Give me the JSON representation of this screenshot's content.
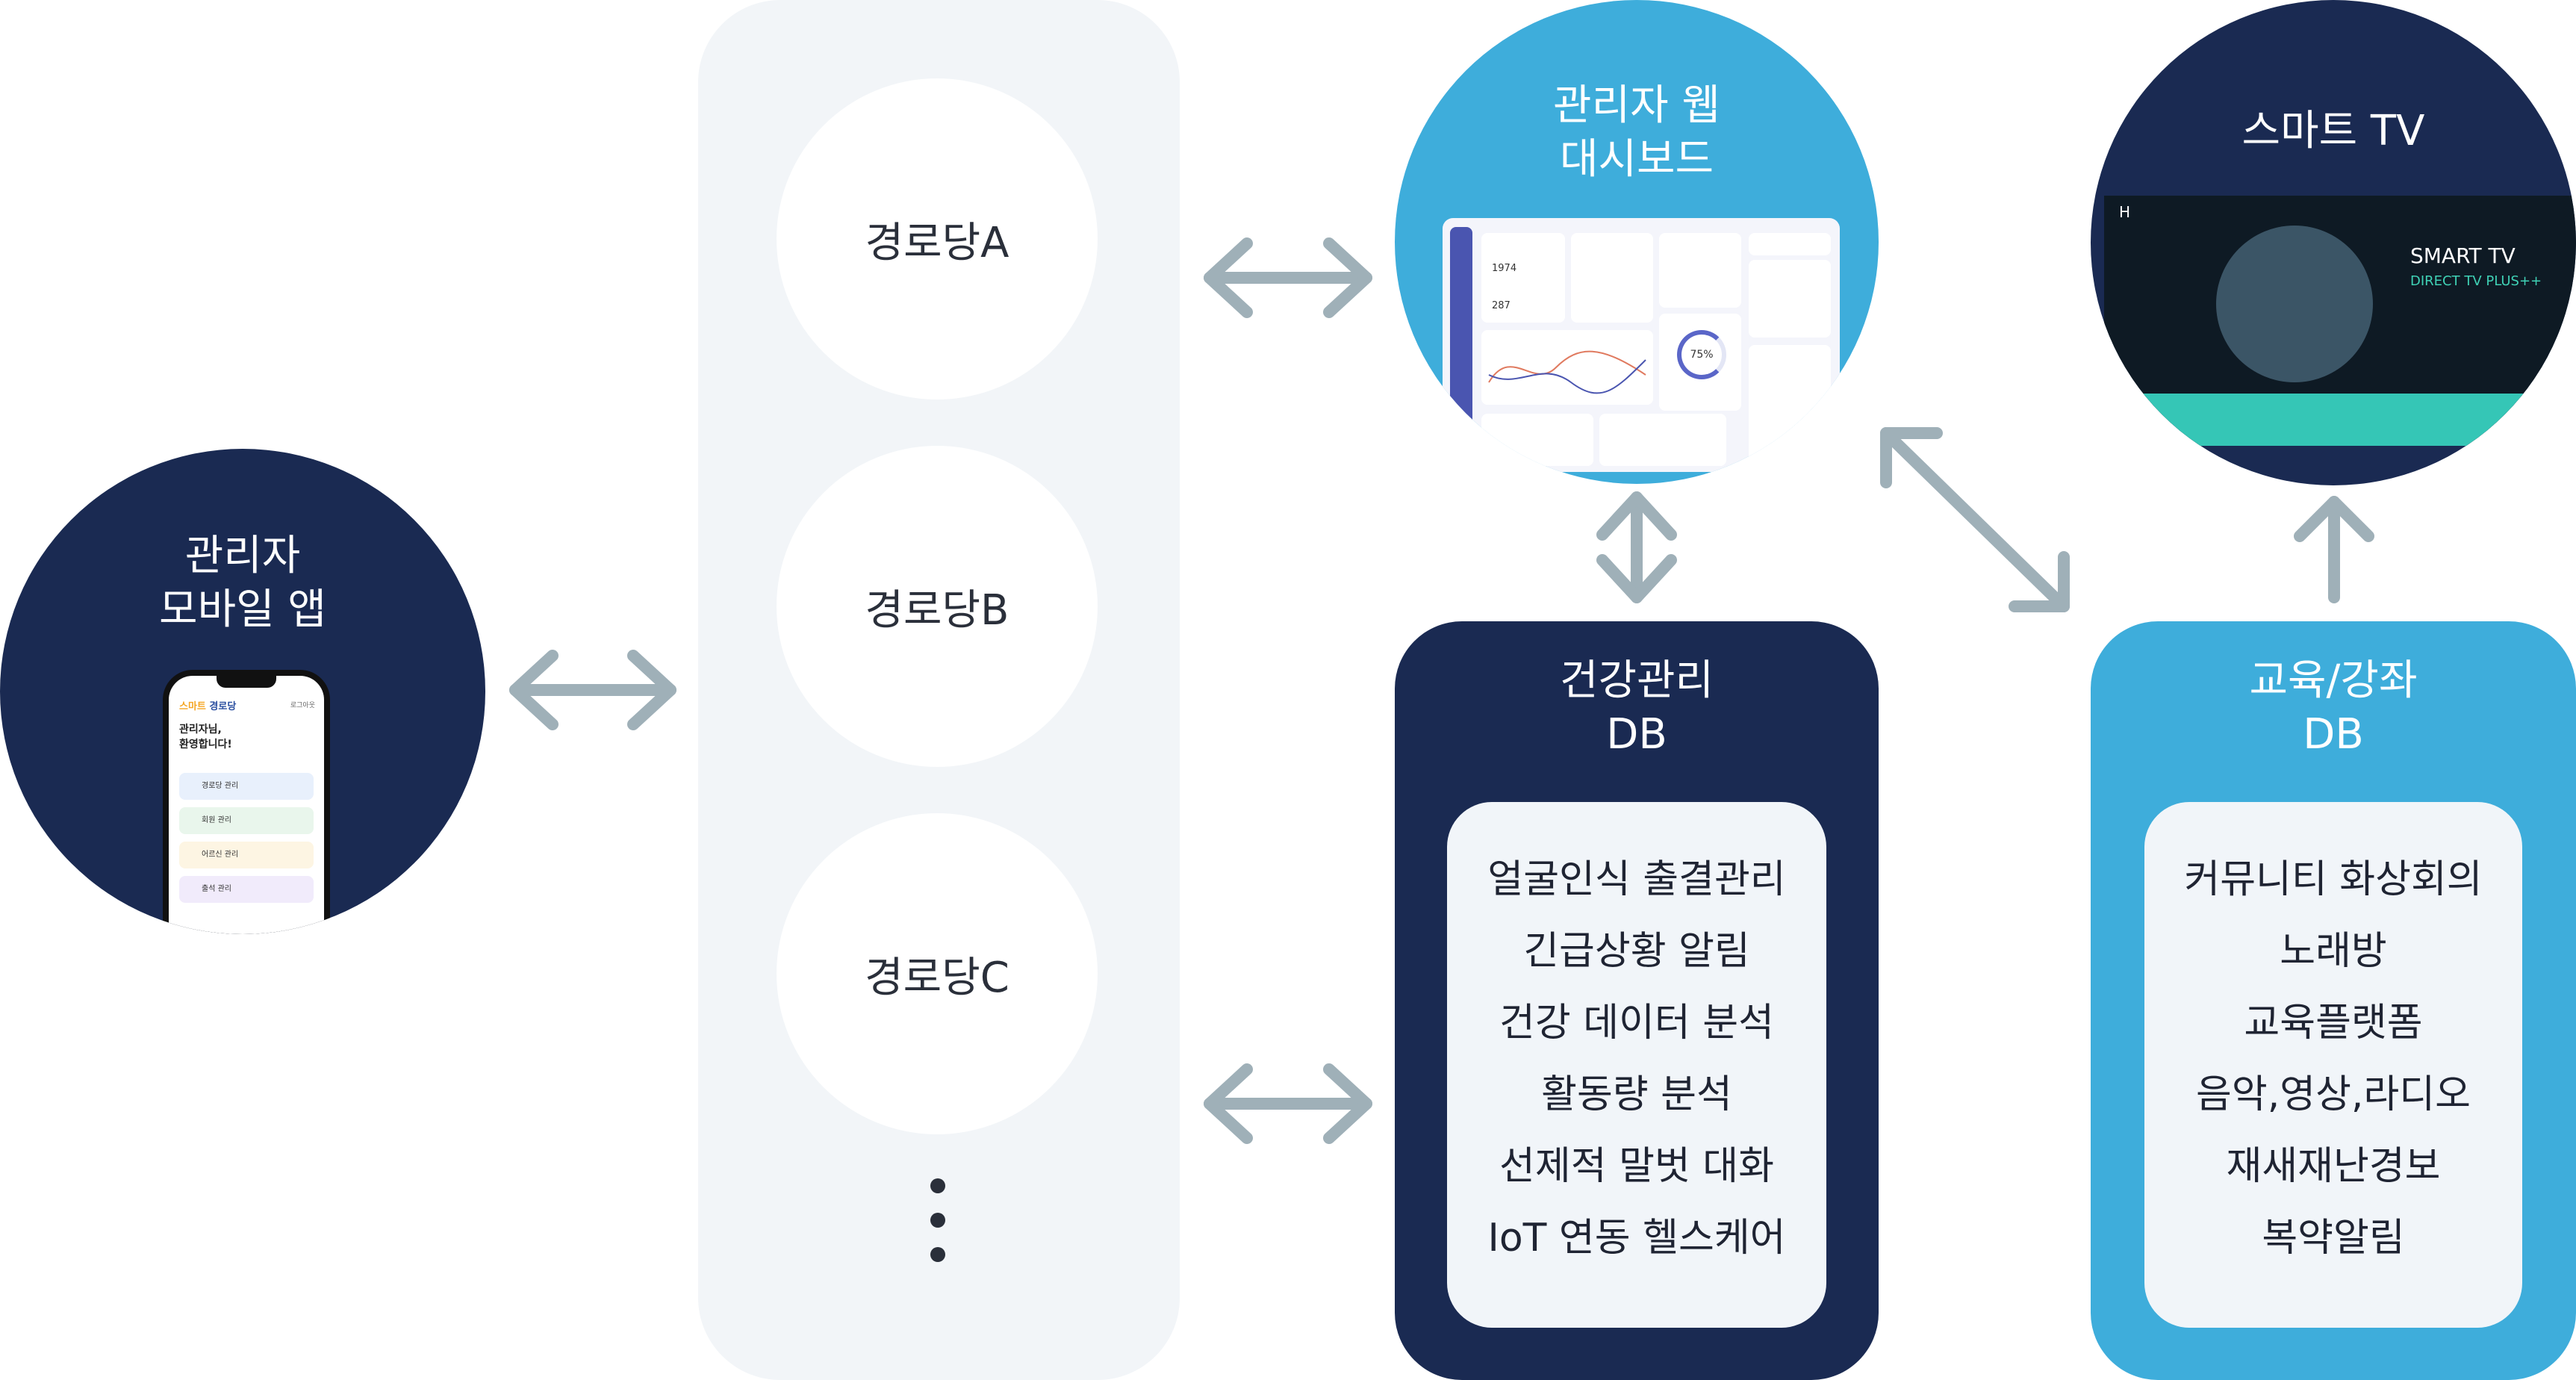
{
  "mobile": {
    "title_lines": [
      "관리자",
      "모바일 앱"
    ],
    "phone": {
      "app_name_accent": "스마트",
      "app_name": "경로당",
      "top_right": "로그아웃",
      "greeting_lines": [
        "관리자님,",
        "환영합니다!"
      ],
      "menu": [
        "경로당 관리",
        "회원 관리",
        "어르신 관리",
        "출석 관리"
      ]
    }
  },
  "centers": {
    "items": [
      "경로당A",
      "경로당B",
      "경로당C"
    ]
  },
  "web": {
    "title_lines": [
      "관리자 웹",
      "대시보드"
    ],
    "gauge_value": "75%",
    "stat_1": "1974",
    "stat_2": "287"
  },
  "tv": {
    "title": "스마트 TV",
    "banner": "SMART TV",
    "banner_sub": "DIRECT TV PLUS++",
    "logo": "H"
  },
  "health_db": {
    "title_lines": [
      "건강관리",
      "DB"
    ],
    "items": [
      "얼굴인식 출결관리",
      "긴급상황 알림",
      "건강 데이터 분석",
      "활동량 분석",
      "선제적 말벗 대화",
      "IoT 연동 헬스케어"
    ]
  },
  "edu_db": {
    "title_lines": [
      "교육/강좌",
      "DB"
    ],
    "items": [
      "커뮤니티 화상회의",
      "노래방",
      "교육플랫폼",
      "음악,영상,라디오",
      "재새재난경보",
      "복약알림"
    ]
  },
  "colors": {
    "navy": "#1a2a52",
    "sky": "#3eaddb",
    "arrow": "#9fb0b8",
    "pill": "#f2f5f8"
  }
}
